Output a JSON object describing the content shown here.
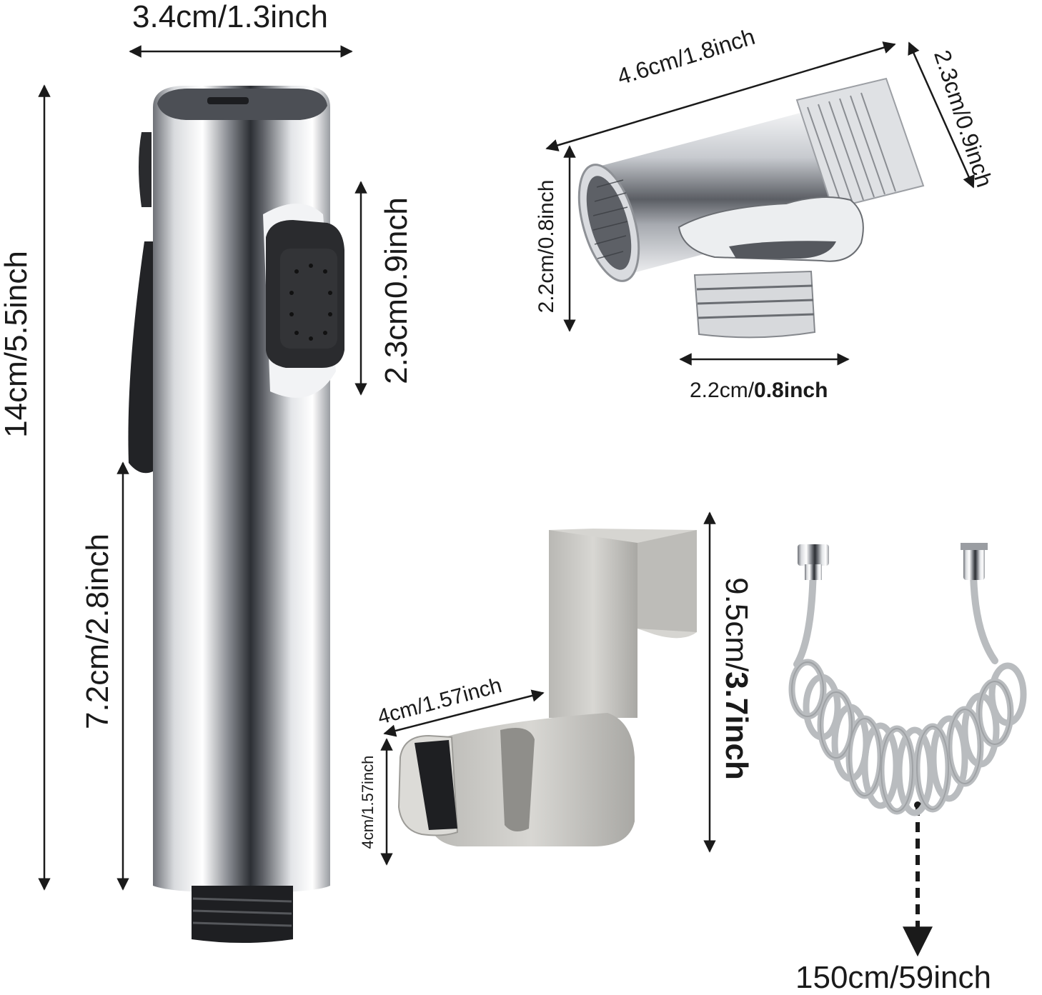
{
  "labels": {
    "sprayer_width": "3.4cm/1.3inch",
    "sprayer_length": "14cm/5.5inch",
    "sprayer_lower": "7.2cm/2.8inch",
    "sprayer_button": "2.3cm0.9inch",
    "tvalve_length": "4.6cm/1.8inch",
    "tvalve_side": "2.3cm/0.9inch",
    "tvalve_height": "2.2cm/0.8inch",
    "tvalve_bottom_a": "2.2cm/",
    "tvalve_bottom_b": "0.8inch",
    "holder_width": "4cm/1.57inch",
    "holder_side": "4cm/1.57inch",
    "holder_height_a": "9.5cm/",
    "holder_height_b": "3.7inch",
    "hose_length": "150cm/59inch"
  },
  "colors": {
    "chrome_dark": "#5a5d63",
    "chrome_light": "#f4f5f7",
    "button_black": "#2a2b2e",
    "hose_gray": "#b9bcbf",
    "brushed_steel": "#c9c8c4"
  }
}
